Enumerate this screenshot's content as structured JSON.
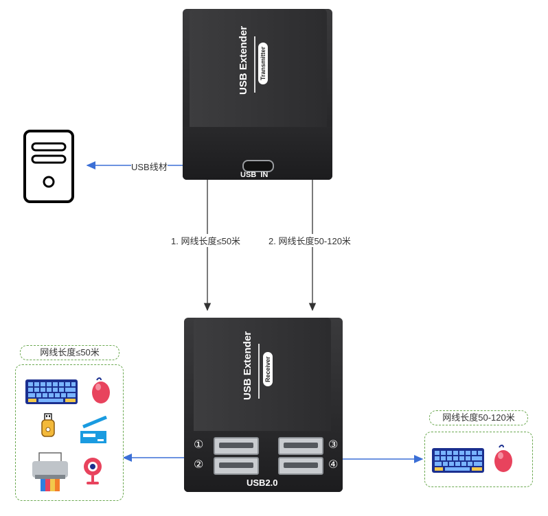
{
  "transmitter": {
    "brand": "USB Extender",
    "model": "Transmitter",
    "port_label": "USB  IN"
  },
  "receiver": {
    "brand": "USB Extender",
    "model": "Receiver",
    "bottom_label": "USB2.0",
    "port_numbers": [
      "①",
      "②",
      "③",
      "④"
    ]
  },
  "labels": {
    "usb_cable": "USB线材",
    "line1": "1. 网线长度≤50米",
    "line2": "2. 网线长度50-120米"
  },
  "left_group": {
    "title": "网线长度≤50米",
    "devices": [
      "keyboard-icon",
      "mouse-icon",
      "usb-drive-icon",
      "scanner-icon",
      "printer-icon",
      "webcam-icon"
    ]
  },
  "right_group": {
    "title": "网线长度50-120米",
    "devices": [
      "keyboard-icon",
      "mouse-icon"
    ]
  },
  "colors": {
    "arrow_blue": "#3b6fd6",
    "arrow_dark": "#333333",
    "dash_green": "#6aa84f"
  }
}
